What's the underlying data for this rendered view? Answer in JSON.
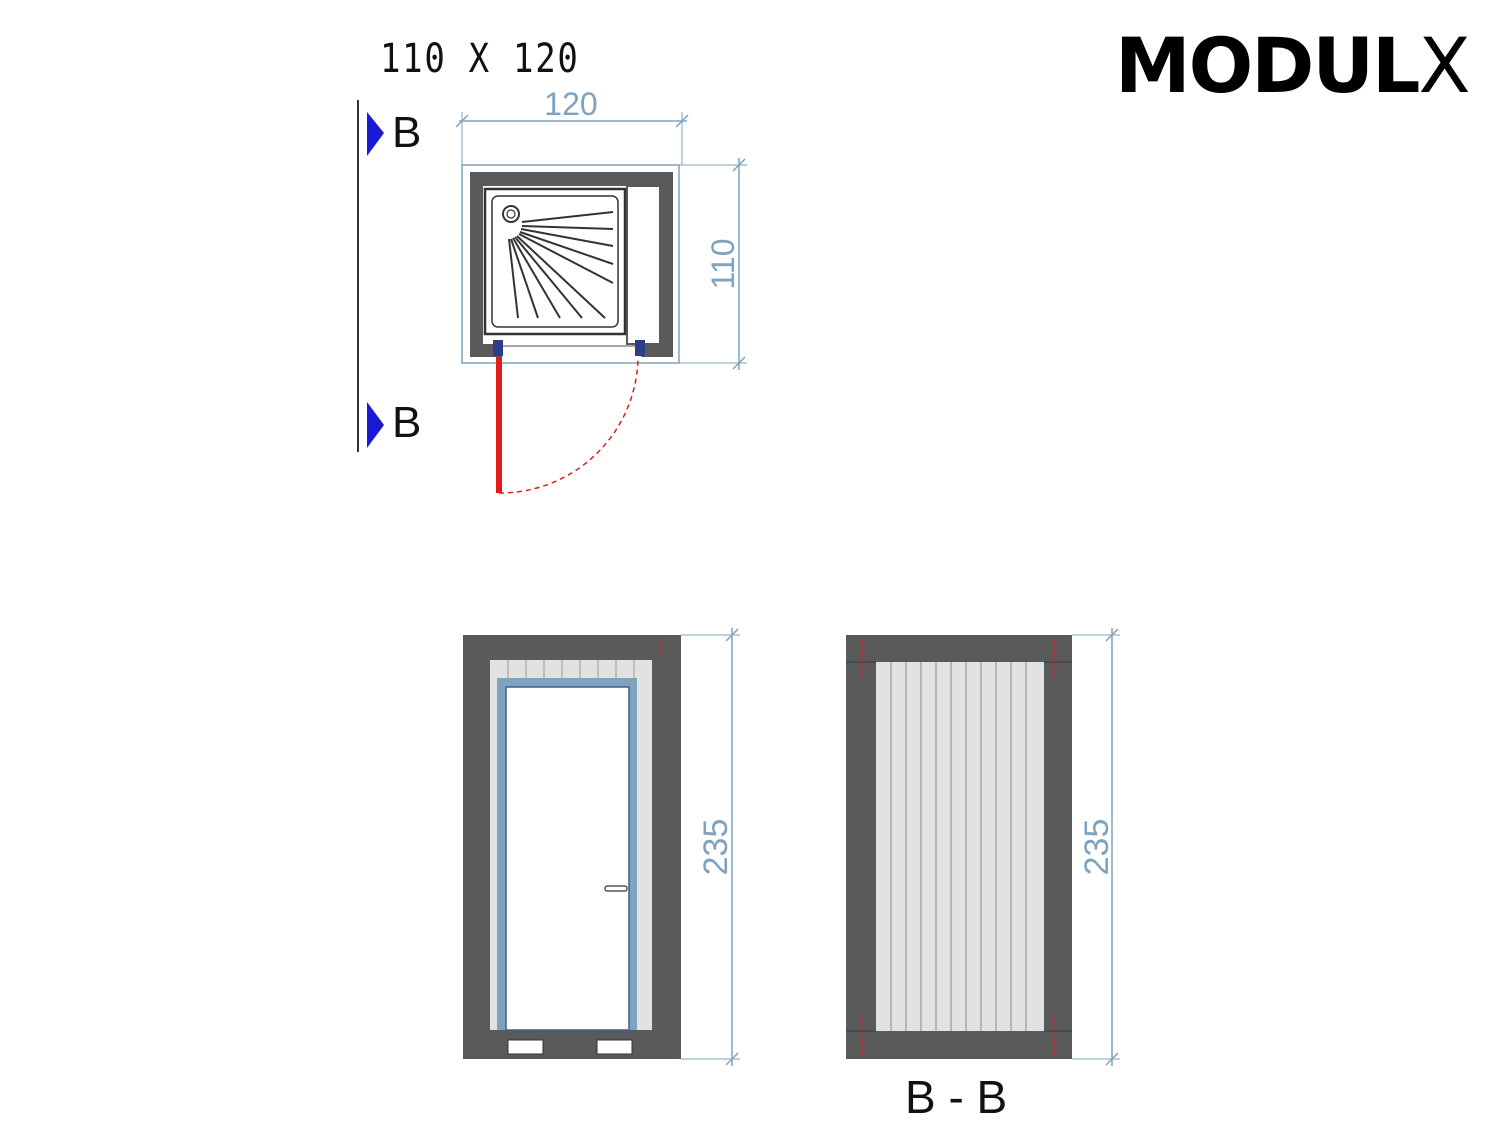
{
  "header": {
    "size_label": "110 X 120",
    "logo_main": "MODUL",
    "logo_accent": "X"
  },
  "plan_view": {
    "width_dim": "120",
    "depth_dim": "110",
    "section_marker_top": "B",
    "section_marker_bottom": "B"
  },
  "front_elevation": {
    "height_dim": "235"
  },
  "section_view": {
    "height_dim": "235",
    "title": "B - B"
  },
  "colors": {
    "wall": "#5a5a5a",
    "dimension": "#7fa3bf",
    "door": "#e31b1b",
    "marker": "#1a1ad6",
    "panel": "#e2e2e2"
  }
}
